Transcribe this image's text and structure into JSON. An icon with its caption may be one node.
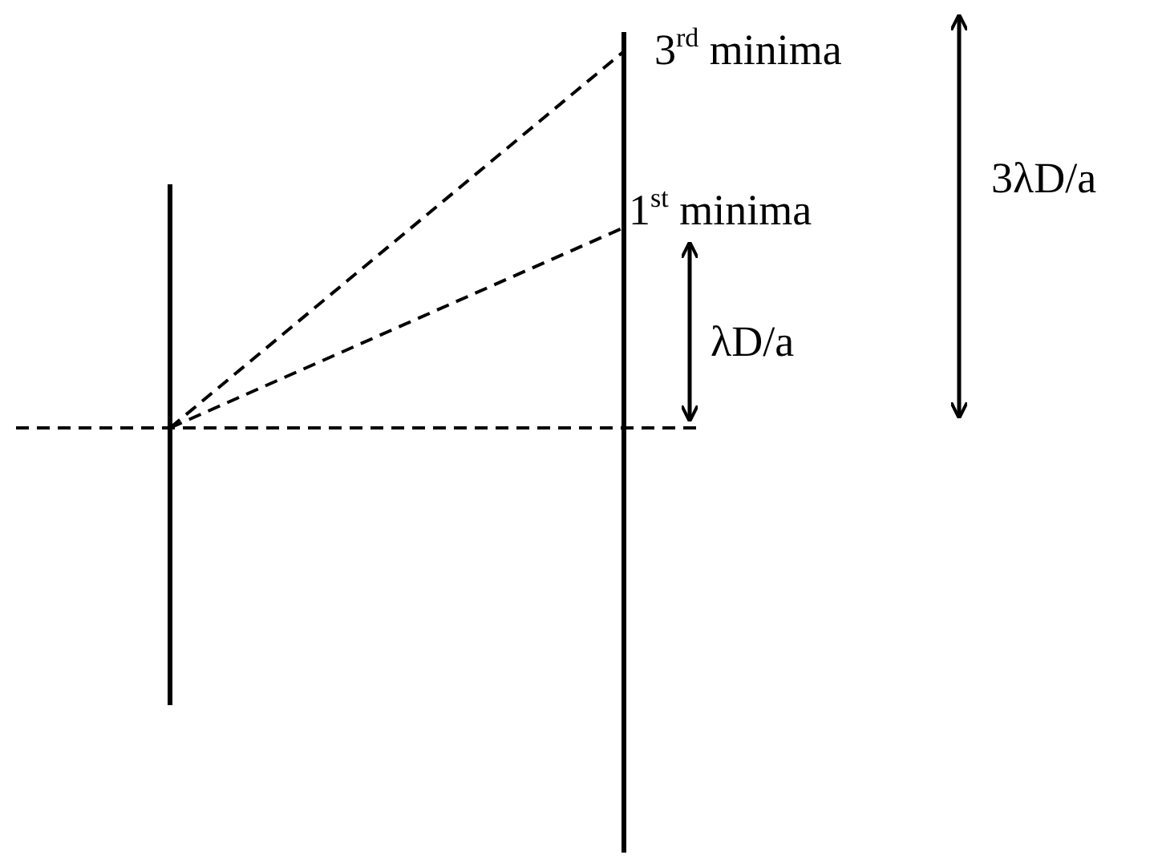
{
  "diagram": {
    "labels": [
      "3$^{rd}$ minima",
      "1$^{st}$ minima",
      "λD/a",
      "3λD/a"
    ]
  }
}
